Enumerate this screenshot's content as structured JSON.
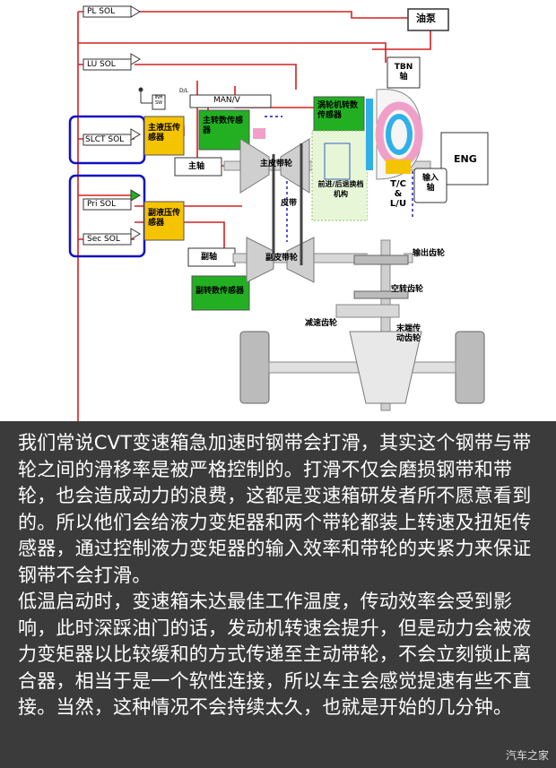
{
  "diagram": {
    "labels": {
      "pl_sol": "PL SOL",
      "lu_sol": "LU SOL",
      "slct_sol": "SLCT SOL",
      "pri_sol": "Pri SOL",
      "sec_sol": "Sec SOL",
      "oil_pump": "油泵",
      "tbn_axis": "TBN\n轴",
      "eng": "ENG",
      "tc_lu": "T/C\n&\nL/U",
      "input_shaft": "输入\n轴",
      "inh_sw": "INH\nSW",
      "man_v": "MAN/V",
      "d_l": "D/L",
      "primary_pressure_sensor": "主液压传\n感器",
      "secondary_pressure_sensor": "副液压传\n感器",
      "primary_speed_sensor": "主转数传感\n器",
      "turbine_speed_sensor": "涡轮机转数\n传感器",
      "secondary_speed_sensor": "副转数传感器",
      "main_shaft": "主轴",
      "primary_pulley": "主皮带轮",
      "belt": "皮带",
      "fwd_rev_mechanism": "前进/后退换档\n机构",
      "secondary_shaft": "副轴",
      "secondary_pulley": "副皮带轮",
      "output_gear": "输出齿轮",
      "idler_gear": "空转齿轮",
      "reduction_gear": "减速齿轮",
      "final_drive_gear": "末端传\n动齿轮"
    },
    "colors": {
      "red_line": "#d42020",
      "blue_frame": "#1010c0",
      "sensor_yellow": "#f5c400",
      "sensor_green": "#22b022",
      "tc_pink": "#f0a0c8",
      "tc_cyan": "#30b0e8"
    }
  },
  "article": {
    "paragraph1": "我们常说CVT变速箱急加速时钢带会打滑，其实这个钢带与带轮之间的滑移率是被严格控制的。打滑不仅会磨损钢带和带轮，也会造成动力的浪费，这都是变速箱研发者所不愿意看到的。所以他们会给液力变矩器和两个带轮都装上转速及扭矩传感器，通过控制液力变矩器的输入效率和带轮的夹紧力来保证钢带不会打滑。",
    "paragraph2": "低温启动时，变速箱未达最佳工作温度，传动效率会受到影响，此时深踩油门的话，发动机转速会提升，但是动力会被液力变矩器以比较缓和的方式传递至主动带轮，不会立刻锁止离合器，相当于是一个软性连接，所以车主会感觉提速有些不直接。当然，这种情况不会持续太久，也就是开始的几分钟。"
  },
  "watermark": "汽车之家"
}
